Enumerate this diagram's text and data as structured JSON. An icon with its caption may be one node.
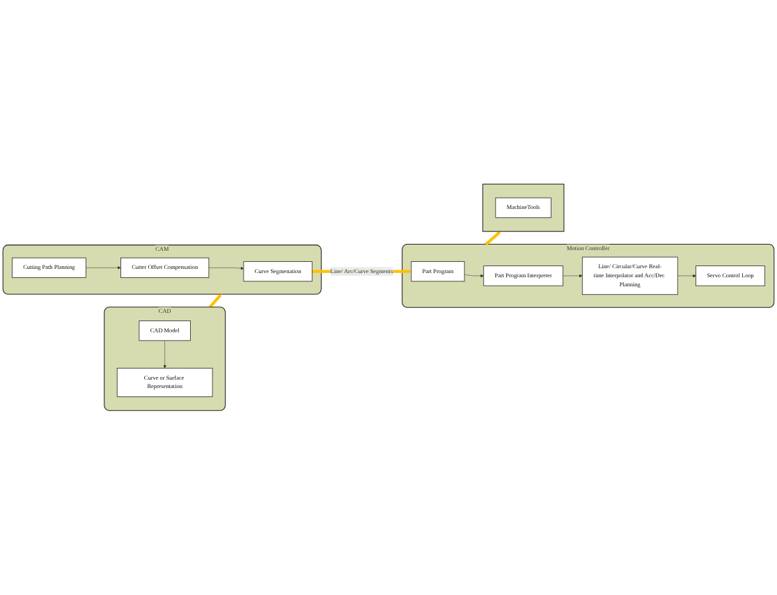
{
  "diagram": {
    "nodes": [
      {
        "text": [
          "CAM"
        ]
      },
      {
        "text": [
          "Curve Segmenation"
        ],
        "in": 0
      },
      {
        "text": [
          "Cutter Offset Compensation"
        ],
        "in": 0
      },
      {
        "text": [
          "Cutting Path Planning"
        ],
        "in": 0
      },
      {
        "text": [
          "CAD"
        ]
      },
      {
        "text": [
          "Curve or Surface Representation"
        ],
        "in": 4
      },
      {
        "text": [
          "CAD Model"
        ],
        "in": 4
      },
      {
        "text": [
          "Motion Controller"
        ]
      },
      {
        "text": [
          "Part Program"
        ],
        "in": 7
      },
      {
        "text": [
          "Part Program Interpreter"
        ],
        "in": 7
      },
      {
        "text": [
          "Line/ Circular/Curve Real-time Interpolator and Acc/Dec Planning"
        ],
        "in": 7
      },
      {
        "text": [
          "Servo Control Loop"
        ],
        "in": 7
      },
      {
        "text": [],
        "shape": "box"
      },
      {
        "text": [
          "MachineTools"
        ],
        "in": 12
      }
    ],
    "edges": [
      {
        "from": 3,
        "to": 2,
        "arrow": "to"
      },
      {
        "from": 2,
        "to": 1,
        "arrow": "to"
      },
      {
        "from": 6,
        "to": 5,
        "arrow": "to"
      },
      {
        "from": 4,
        "to": 0,
        "arrow": "to",
        "style": "thick",
        "color": "#ffc000"
      },
      {
        "from": 1,
        "to": 8,
        "arrow": "to",
        "label": "Line/ Arc/Curve Segments",
        "style": "thick",
        "color": "#ffc000"
      },
      {
        "from": 8,
        "to": 9,
        "arrow": "to"
      },
      {
        "from": 9,
        "to": 10,
        "arrow": "to"
      },
      {
        "from": 10,
        "to": 11,
        "arrow": "to"
      },
      {
        "from": 7,
        "to": 12,
        "arrow": "to",
        "style": "thick",
        "color": "#ffc000"
      }
    ]
  }
}
